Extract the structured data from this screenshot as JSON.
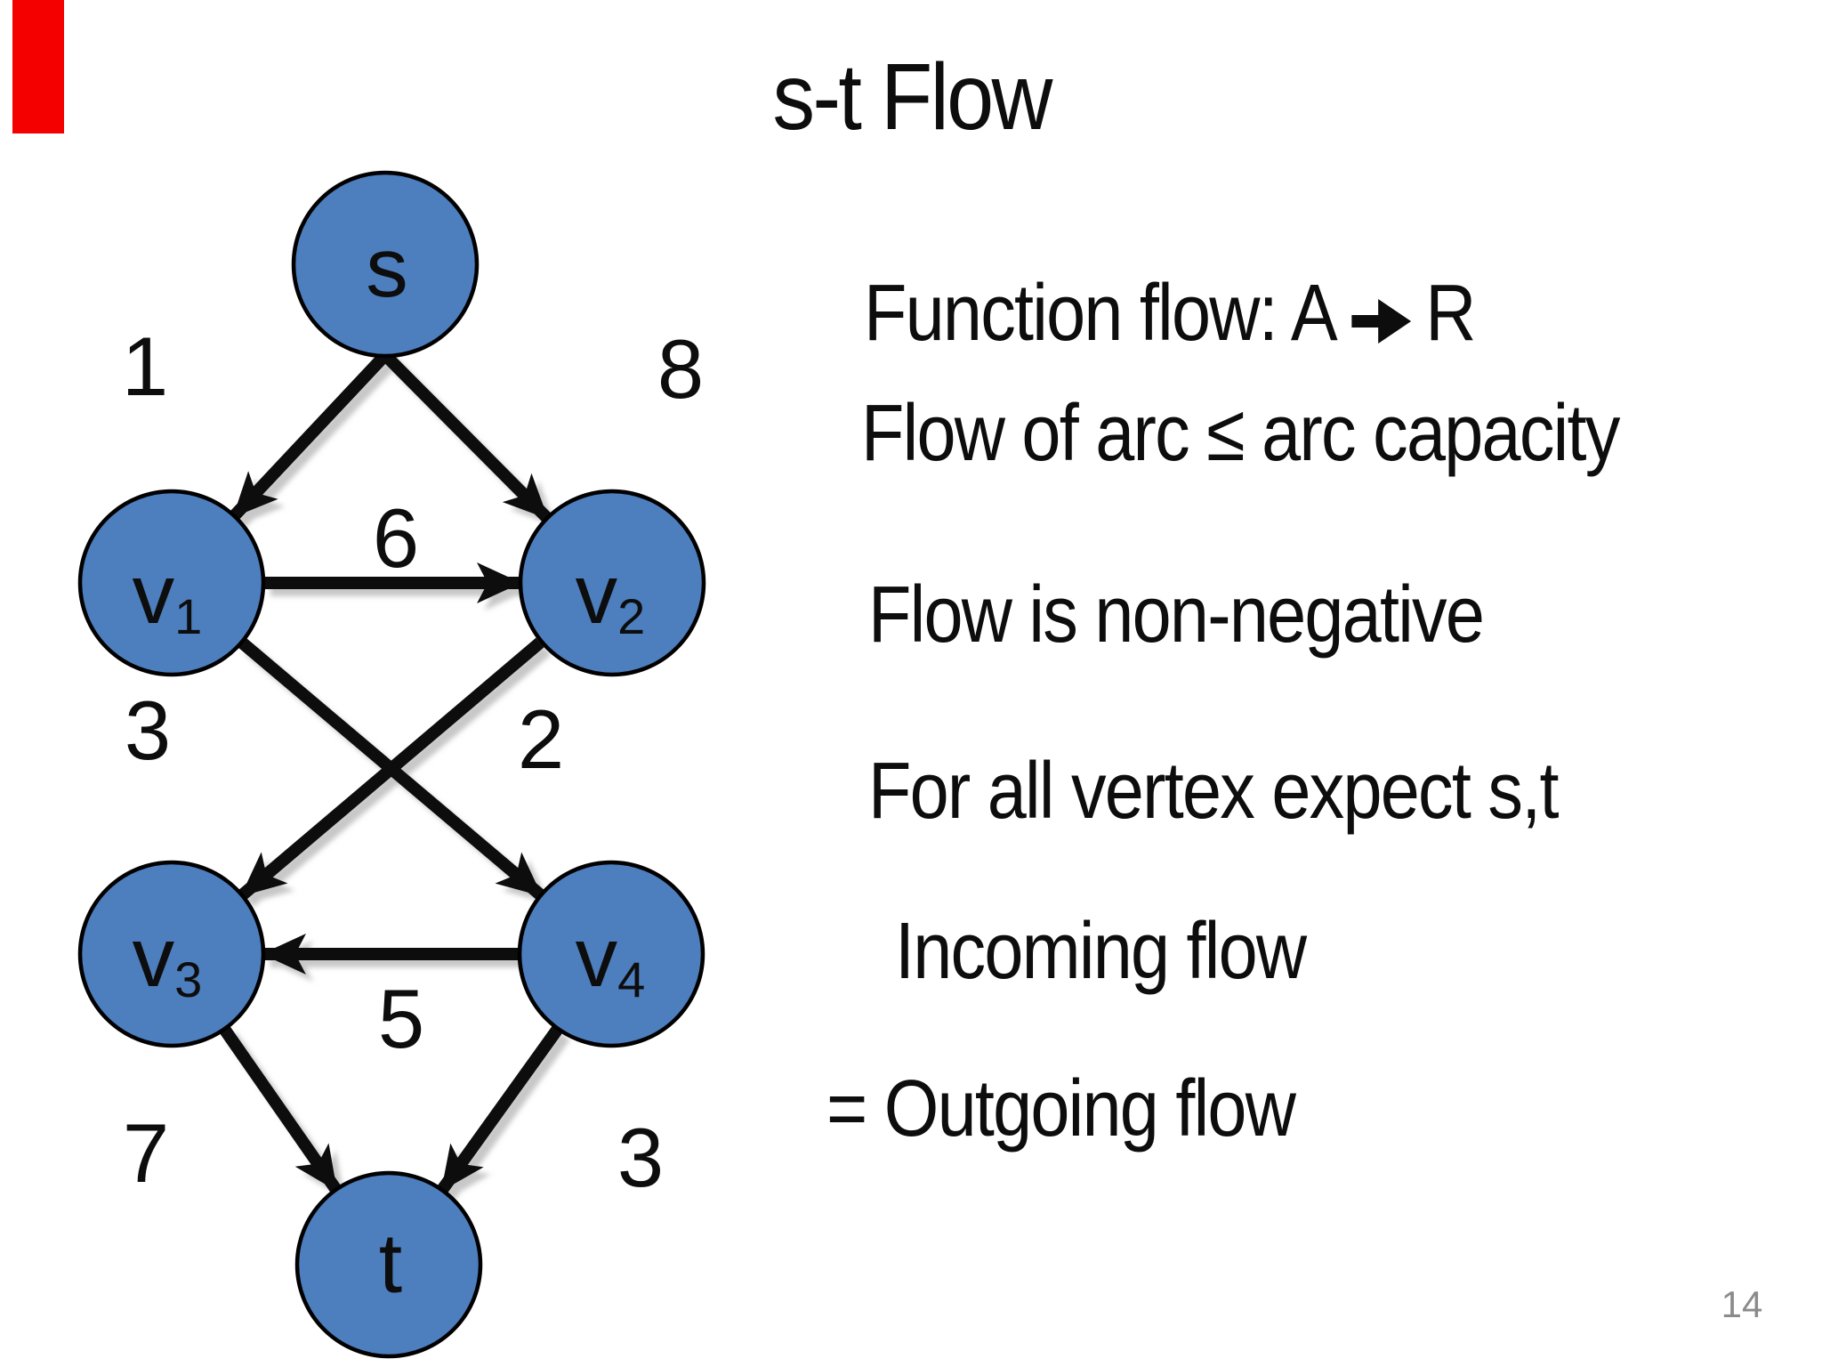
{
  "slide": {
    "title": "s-t Flow",
    "page_number": "14",
    "background_color": "#ffffff"
  },
  "decoration": {
    "red_flag_color": "#f40000"
  },
  "graph": {
    "type": "directed-flow-network",
    "node_fill": "#4d7ebd",
    "node_stroke": "#000000",
    "edge_color": "#0d0d0d",
    "nodes": [
      {
        "id": "s",
        "label": "s",
        "sub": ""
      },
      {
        "id": "v1",
        "label": "v",
        "sub": "1"
      },
      {
        "id": "v2",
        "label": "v",
        "sub": "2"
      },
      {
        "id": "v3",
        "label": "v",
        "sub": "3"
      },
      {
        "id": "v4",
        "label": "v",
        "sub": "4"
      },
      {
        "id": "t",
        "label": "t",
        "sub": ""
      }
    ],
    "edges": [
      {
        "from": "s",
        "to": "v1",
        "capacity": "1"
      },
      {
        "from": "s",
        "to": "v2",
        "capacity": "8"
      },
      {
        "from": "v1",
        "to": "v2",
        "capacity": "6"
      },
      {
        "from": "v1",
        "to": "v4",
        "capacity": "3"
      },
      {
        "from": "v2",
        "to": "v3",
        "capacity": "2"
      },
      {
        "from": "v4",
        "to": "v3",
        "capacity": "5"
      },
      {
        "from": "v3",
        "to": "t",
        "capacity": "7"
      },
      {
        "from": "v4",
        "to": "t",
        "capacity": "3"
      }
    ]
  },
  "notes": {
    "line1": {
      "before_arrow": "Function flow: A",
      "after_arrow": "R"
    },
    "line2": "Flow of arc ≤ arc capacity",
    "line3": "Flow is non-negative",
    "line4": "For all vertex expect s,t",
    "line5": "Incoming flow",
    "line6": "= Outgoing flow"
  }
}
